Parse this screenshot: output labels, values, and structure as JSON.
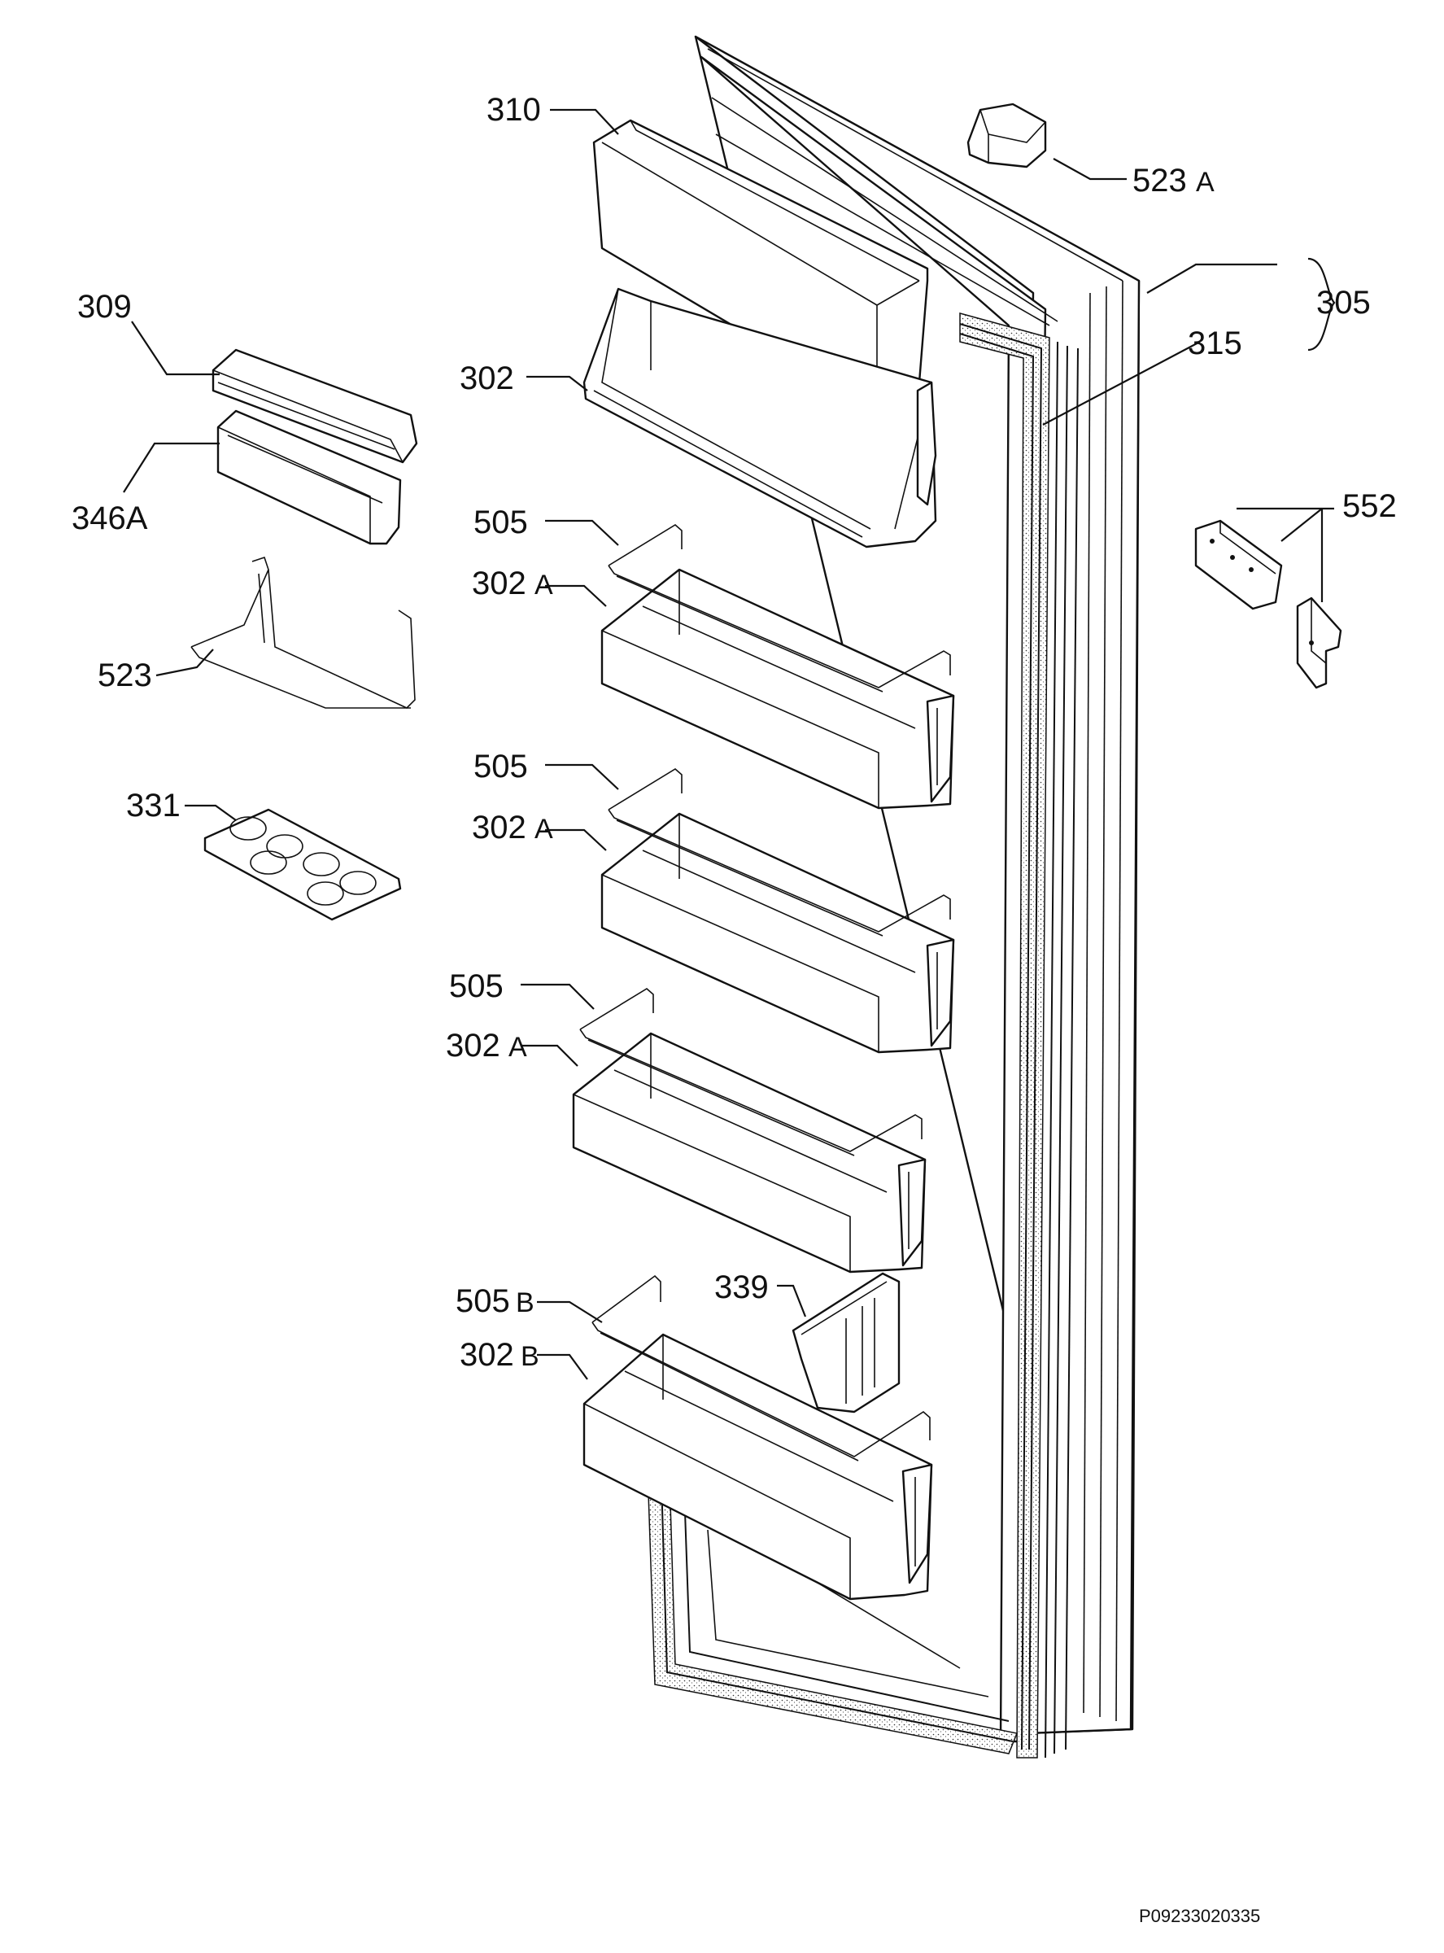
{
  "callouts": {
    "c310": "310",
    "c523a": "523",
    "c523a_suffix": "A",
    "c305": "305",
    "c315": "315",
    "c309": "309",
    "c302": "302",
    "c346a": "346A",
    "c552": "552",
    "c505_1": "505",
    "c302a_1": "302",
    "c302a_1_suffix": "A",
    "c523": "523",
    "c505_2": "505",
    "c302a_2": "302",
    "c302a_2_suffix": "A",
    "c331": "331",
    "c505_3": "505",
    "c302a_3": "302",
    "c302a_3_suffix": "A",
    "c339": "339",
    "c505b": "505",
    "c505b_suffix": "B",
    "c302b": "302",
    "c302b_suffix": "B"
  },
  "footer": {
    "drawing_id": "P09233020335"
  }
}
